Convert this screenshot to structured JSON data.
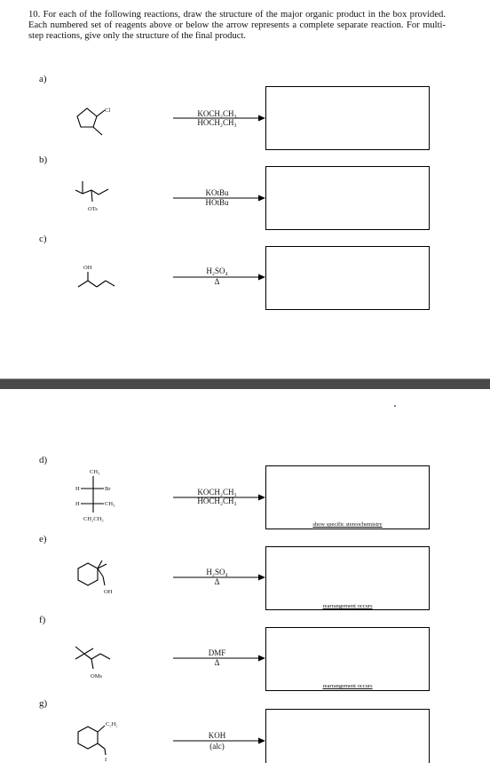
{
  "question": {
    "number": "10.",
    "text": "For each of the following reactions, draw the structure of the major organic product in the box provided. Each numbered set of reagents above or below the arrow represents a complete separate reaction. For multi-step reactions, give only the structure of the final product."
  },
  "reactions": [
    {
      "label": "a)",
      "reagent_1": "KOCH₂CH₃",
      "reagent_2": "HOCH₂CH₃",
      "note": "",
      "atoms": {
        "cl": "Cl"
      }
    },
    {
      "label": "b)",
      "reagent_1": "KOtBu",
      "reagent_2": "HOtBu",
      "note": "",
      "atoms": {
        "ots": "OTs"
      }
    },
    {
      "label": "c)",
      "reagent_1": "H₂SO₄",
      "reagent_2": "Δ",
      "note": "",
      "atoms": {
        "oh": "OH"
      }
    },
    {
      "label": "d)",
      "reagent_1": "KOCH₂CH₃",
      "reagent_2": "HOCH₂CH₃",
      "note": "show specific stereochemistry",
      "atoms": {
        "ch3_top": "CH₃",
        "h1": "H",
        "br": "Br",
        "h2": "H",
        "ch3": "CH₃",
        "ch2ch3": "CH₂CH₃"
      }
    },
    {
      "label": "e)",
      "reagent_1": "H₂SO₄",
      "reagent_2": "Δ",
      "note": "rearrangement occurs",
      "atoms": {
        "oh": "OH"
      }
    },
    {
      "label": "f)",
      "reagent_1": "DMF",
      "reagent_2": "Δ",
      "note": "rearrangement occurs",
      "atoms": {
        "oms": "OMs"
      }
    },
    {
      "label": "g)",
      "reagent_1": "KOH",
      "reagent_2": "(alc)",
      "note": "",
      "atoms": {
        "c2h5": "C₂H₅",
        "i": "I"
      }
    }
  ]
}
